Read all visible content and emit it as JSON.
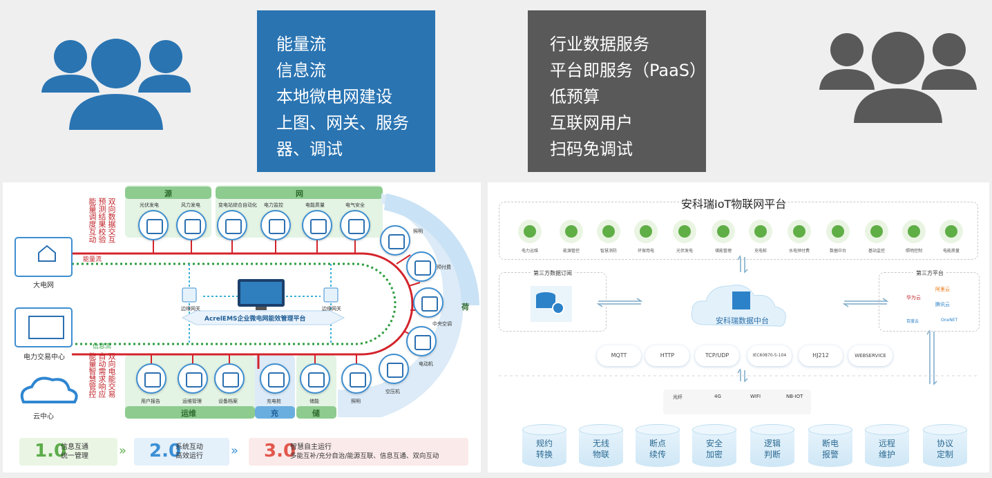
{
  "top_left_box": {
    "lines": [
      "能量流",
      "信息流",
      "本地微电网建设",
      "上图、网关、服务",
      "器、调试"
    ],
    "color": "#2a74b2"
  },
  "top_right_box": {
    "lines": [
      "行业数据服务",
      "平台即服务（PaaS）",
      "低预算",
      "互联网用户",
      "扫码免调试"
    ],
    "color": "#595959"
  },
  "left_diagram": {
    "headers": {
      "source": "源",
      "grid": "网",
      "load": "荷",
      "ops": "运维",
      "charge": "充",
      "storage": "储"
    },
    "source_items": [
      "光伏发电",
      "风力发电"
    ],
    "grid_items": [
      "变电站综合自动化",
      "电力监控",
      "电能质量",
      "电气安全"
    ],
    "left_nodes": [
      "大电网",
      "电力交易中心",
      "云中心"
    ],
    "energy_flow": "能量流",
    "info_flow": "信息流",
    "top_vertical": [
      "双向数据交互",
      "预测结果校验",
      "能量调度互动"
    ],
    "bottom_vertical": [
      "双向电能交易",
      "自动需求响应",
      "能量智慧管控"
    ],
    "gateway_left": "边缘网关",
    "gateway_right": "边缘网关",
    "platform": "AcrelEMS企业微电网能效管理平台",
    "load_items": [
      "照明",
      "预付费",
      "中央空调",
      "电动机",
      "空压机"
    ],
    "bottom_items": [
      "用户报告",
      "运维管理",
      "设备档案",
      "充电桩",
      "储能",
      "照明"
    ],
    "stages": [
      {
        "num": "1.0",
        "line1": "信息互通",
        "line2": "统一管理",
        "color": "#5cad4a",
        "bg": "#eaf5e4"
      },
      {
        "num": "2.0",
        "line1": "系统互动",
        "line2": "高效运行",
        "color": "#3b8fd6",
        "bg": "#e4f0fa"
      },
      {
        "num": "3.0",
        "line1": "智慧自主运行",
        "line2": "多能互补/充分自治/能源互联、信息互通、双向互动",
        "color": "#e2574c",
        "bg": "#fbeaea"
      }
    ]
  },
  "right_diagram": {
    "title": "安科瑞IoT物联网平台",
    "app_icons": [
      "电力运维",
      "能源管控",
      "智慧消防",
      "环保用电",
      "光伏发电",
      "储能管理",
      "充电桩",
      "水电预付费",
      "数据中台",
      "基站监控",
      "照明控制",
      "电能质量"
    ],
    "third_data": "第三方数据订阅",
    "third_platform": "第三方平台",
    "center": "安科瑞数据中台",
    "platforms": [
      "华为云",
      "阿里云",
      "腾讯云",
      "百度云",
      "OneNET"
    ],
    "protocols": [
      "MQTT",
      "HTTP",
      "TCP/UDP",
      "IEC60870-5-104",
      "HJ212",
      "WEBSERVICE"
    ],
    "networks": [
      "光纤",
      "4G",
      "WIFI",
      "NB-IOT"
    ],
    "features": [
      [
        "规约",
        "转换"
      ],
      [
        "无线",
        "物联"
      ],
      [
        "断点",
        "续传"
      ],
      [
        "安全",
        "加密"
      ],
      [
        "逻辑",
        "判断"
      ],
      [
        "断电",
        "报警"
      ],
      [
        "远程",
        "维护"
      ],
      [
        "协议",
        "定制"
      ]
    ]
  }
}
